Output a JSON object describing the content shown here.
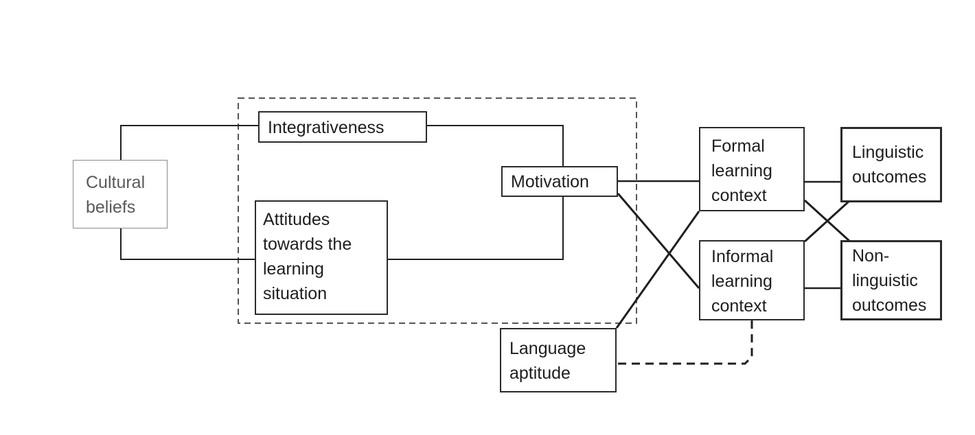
{
  "nodes": {
    "cultural_beliefs": "Cultural\nbeliefs",
    "integrativeness": "Integrativeness",
    "attitudes": "Attitudes\ntowards the\nlearning\nsituation",
    "motivation": "Motivation",
    "language_aptitude": "Language\naptitude",
    "formal_context": "Formal\nlearning\ncontext",
    "informal_context": "Informal\nlearning\ncontext",
    "linguistic_outcomes": "Linguistic\noutcomes",
    "nonlinguistic_outcomes": "Non-\nlinguistic\noutcomes"
  },
  "colors": {
    "line": "#1f1f1f",
    "dashed_frame": "#555555",
    "faint_border": "#8a8a8a"
  }
}
